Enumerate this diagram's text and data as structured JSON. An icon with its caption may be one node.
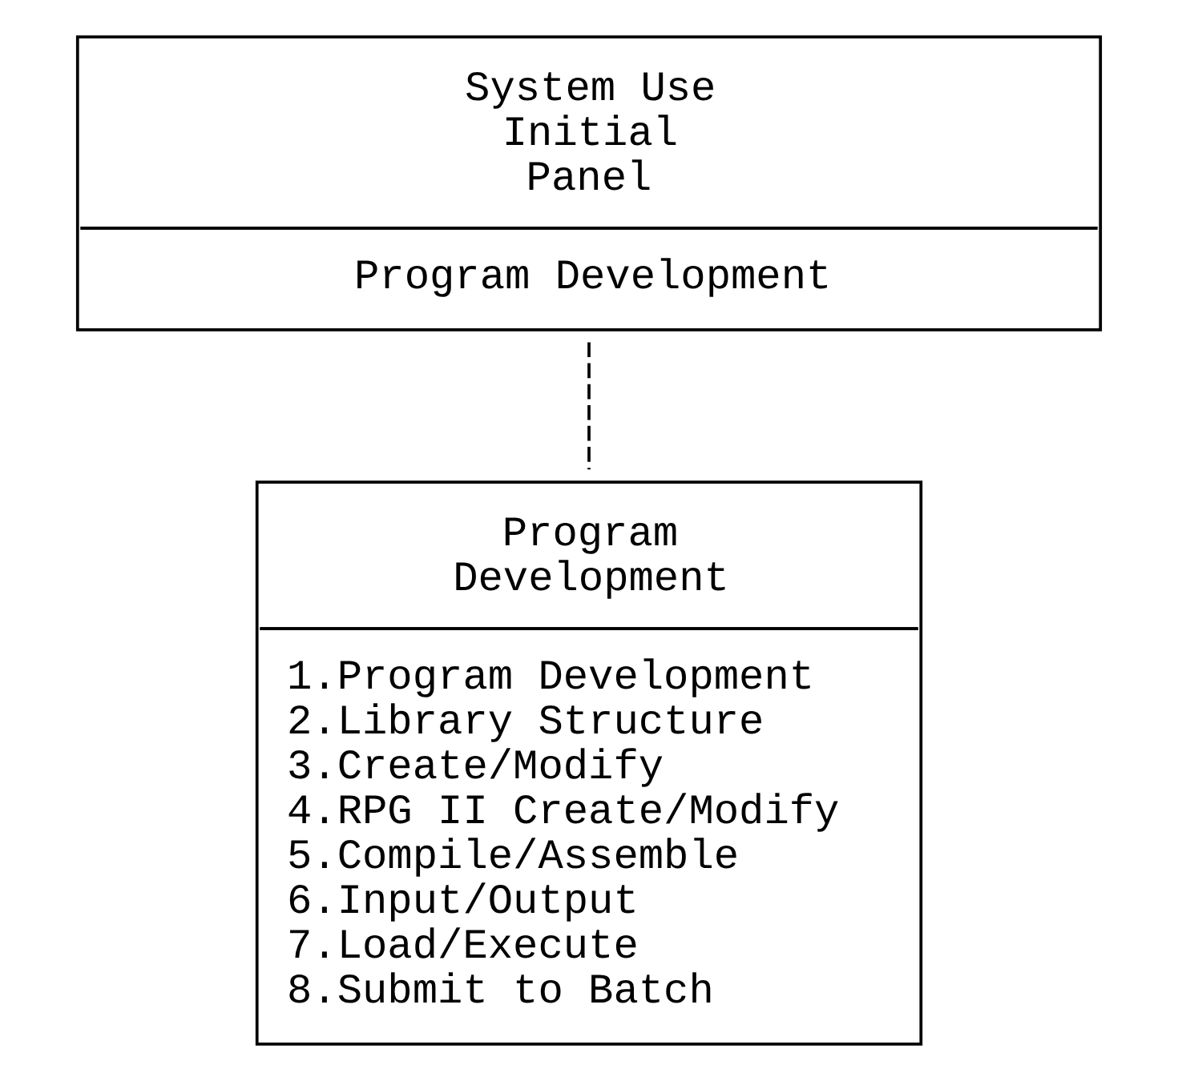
{
  "diagram": {
    "nodes": [
      {
        "text": [
          "System Use Initial Panel",
          "Program Development"
        ]
      },
      {
        "text": [
          "Program Development",
          "1.Program Development",
          "2.Library Structure",
          "3.Create/Modify",
          "4.RPG II Create/Modify",
          "5.Compile/Assemble",
          "6.Input/Output",
          "7.Load/Execute",
          "8.Submit to Batch"
        ]
      }
    ],
    "edges": [
      {
        "from": 0,
        "to": 1,
        "arrow": "none",
        "style": "dashed"
      }
    ]
  }
}
